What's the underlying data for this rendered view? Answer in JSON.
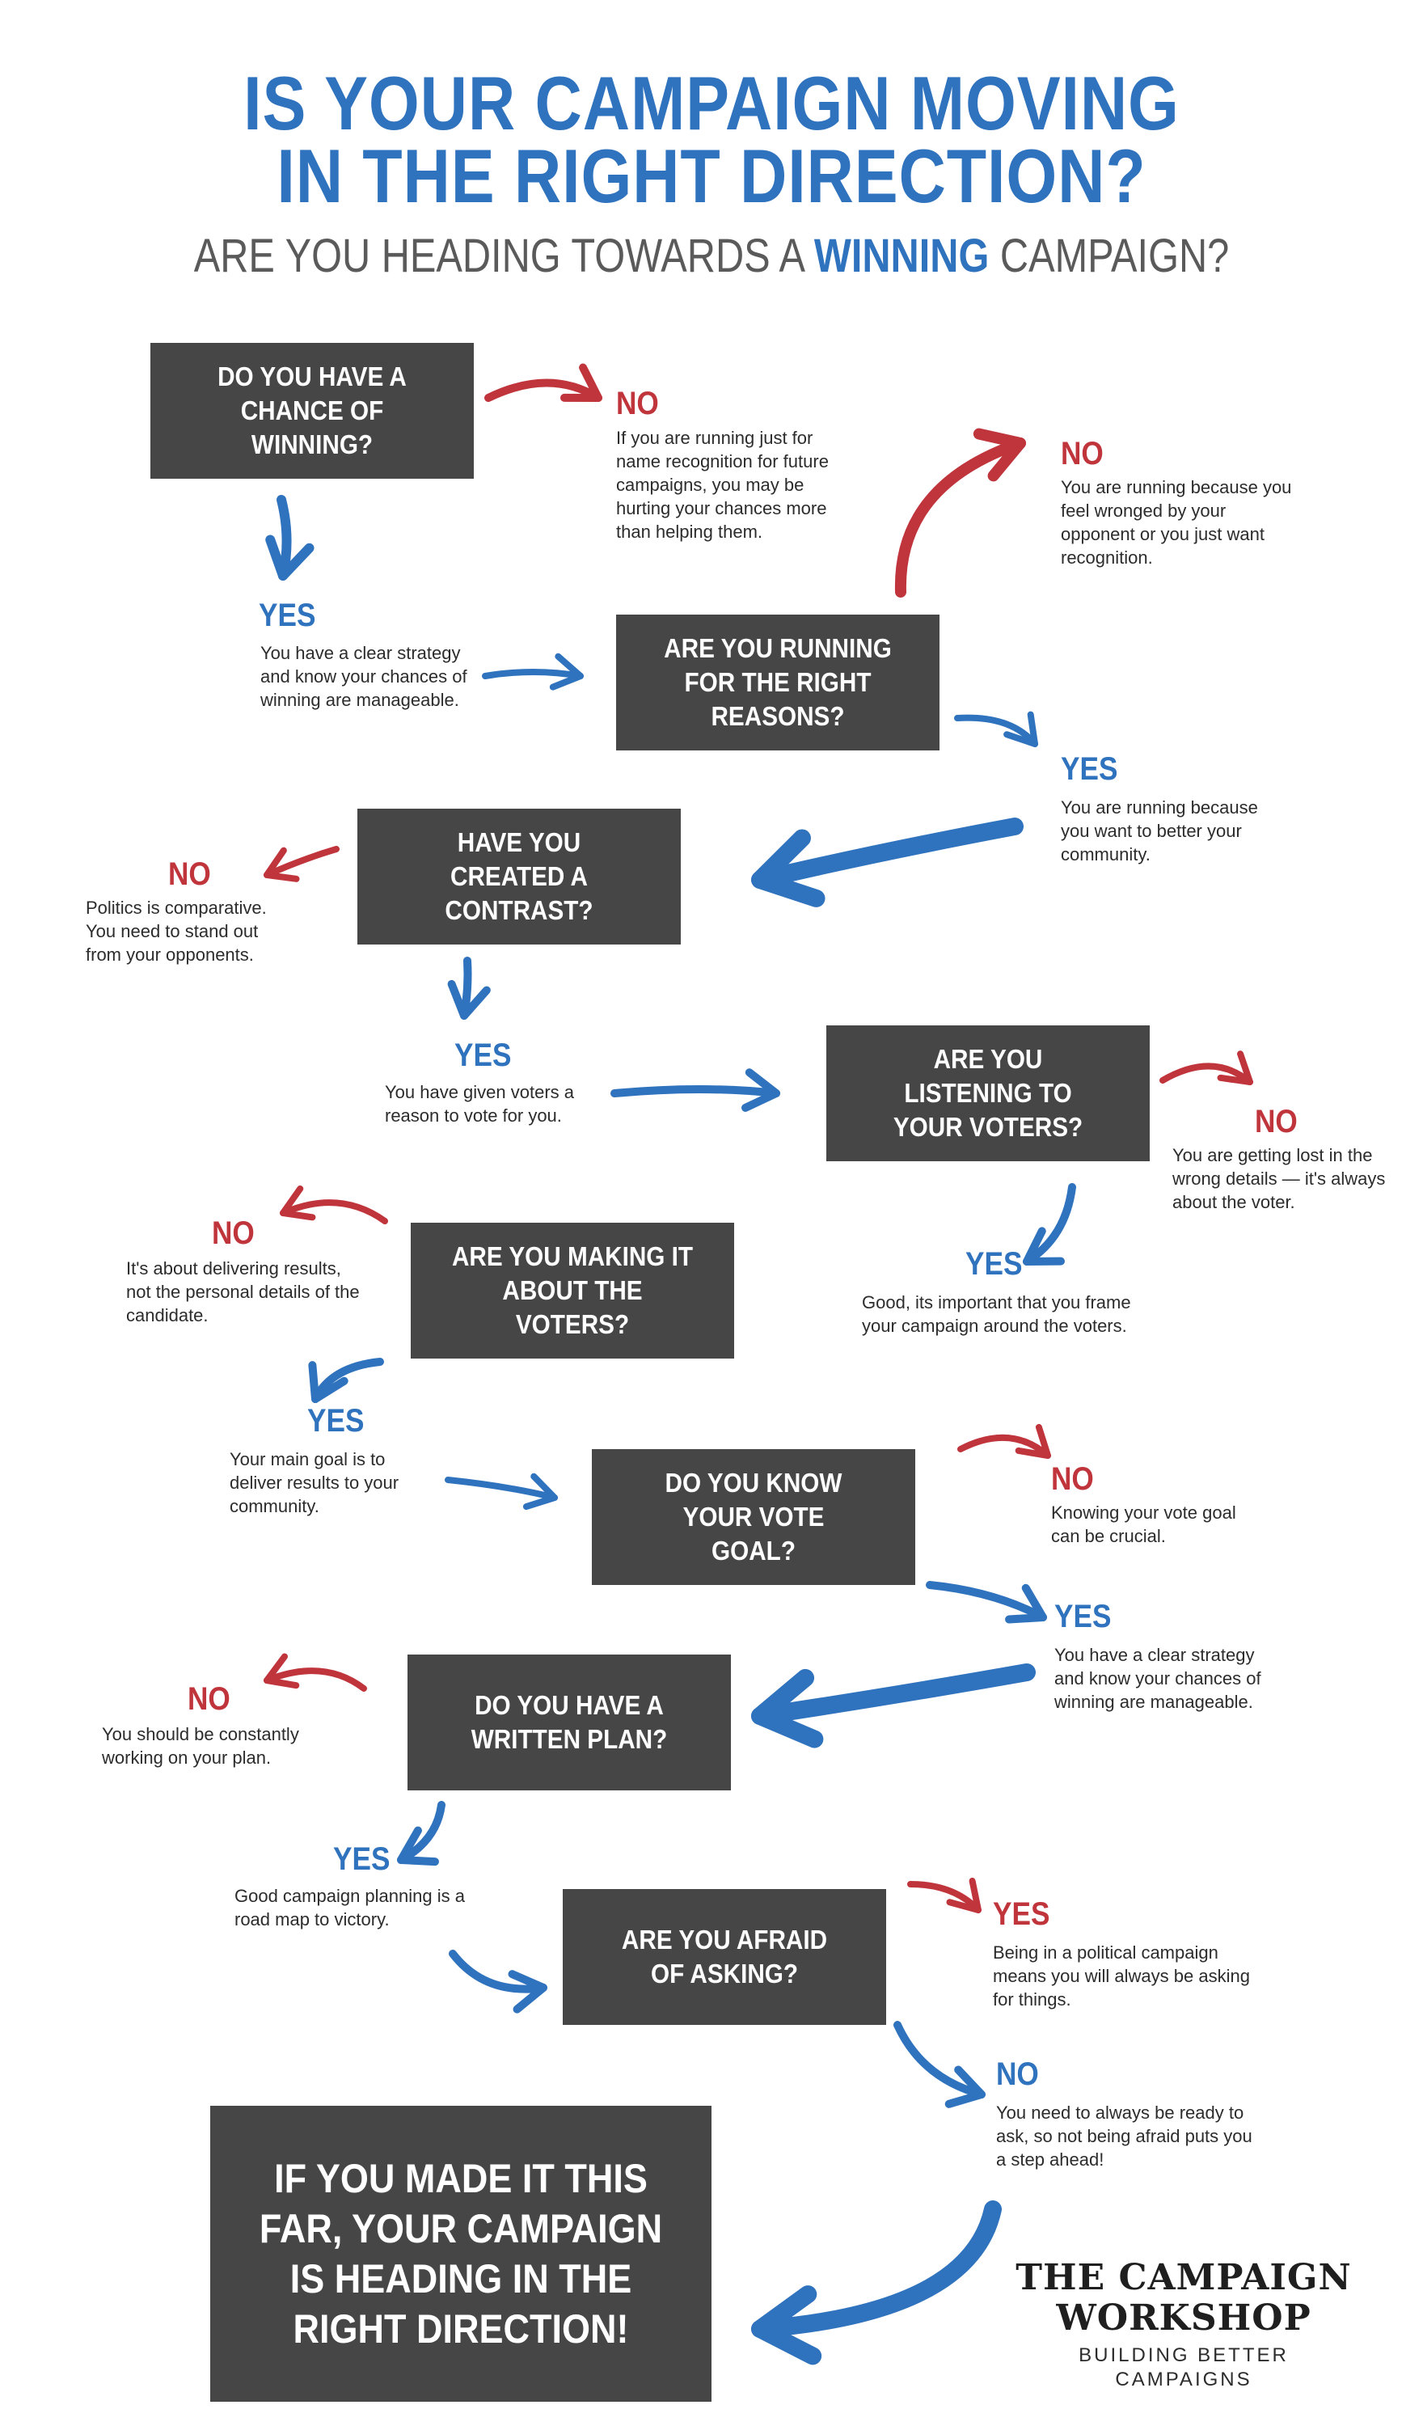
{
  "header": {
    "title_line1": "IS YOUR CAMPAIGN MOVING",
    "title_line2": "IN THE RIGHT DIRECTION?",
    "subtitle_pre": "ARE YOU HEADING TOWARDS A",
    "subtitle_highlight": "WINNING",
    "subtitle_post": "CAMPAIGN?"
  },
  "questions": {
    "q1": "DO YOU HAVE A CHANCE OF WINNING?",
    "q2": "ARE YOU RUNNING FOR THE RIGHT REASONS?",
    "q3": "HAVE YOU CREATED A CONTRAST?",
    "q4": "ARE YOU LISTENING TO YOUR VOTERS?",
    "q5": "ARE YOU MAKING IT ABOUT THE VOTERS?",
    "q6": "DO YOU KNOW YOUR VOTE GOAL?",
    "q7": "DO YOU HAVE A WRITTEN PLAN?",
    "q8": "ARE YOU AFRAID OF ASKING?",
    "final": "IF YOU MADE IT THIS FAR, YOUR CAMPAIGN IS HEADING IN THE RIGHT DIRECTION!"
  },
  "answers": {
    "no_label": "NO",
    "yes_label": "YES",
    "q1_no": "If you are running just for name recognition for future campaigns, you may be hurting your chances more than helping them.",
    "q1_yes": "You have a clear strategy and know your chances of winning are manageable.",
    "q2_no": "You are running because you feel wronged by your opponent or you just want recognition.",
    "q2_yes": "You are running because you want to better your community.",
    "q3_no": "Politics is comparative. You need to stand out from your opponents.",
    "q3_yes": "You have given voters a reason to vote for you.",
    "q4_no": "You are getting lost in the wrong details — it's always about the voter.",
    "q4_yes": "Good, its important that you frame your campaign around the voters.",
    "q5_no": "It's about delivering results, not the personal details of the candidate.",
    "q5_yes": "Your main goal is to deliver results to your community.",
    "q6_no": "Knowing your vote goal can be crucial.",
    "q6_yes": "You have a clear strategy and know your chances of winning are manageable.",
    "q7_no": "You should be constantly working on your plan.",
    "q7_yes": "Good campaign planning is a road map to victory.",
    "q8_yes": "Being in a political campaign means you will always be asking for things.",
    "q8_no": "You need to always be ready to ask, so not being afraid puts you a step ahead!"
  },
  "logo": {
    "line1": "THE CAMPAIGN",
    "line2": "WORKSHOP",
    "tagline": "BUILDING BETTER CAMPAIGNS"
  },
  "colors": {
    "blue": "#2f72bd",
    "red": "#c0343b",
    "box": "#464646"
  }
}
